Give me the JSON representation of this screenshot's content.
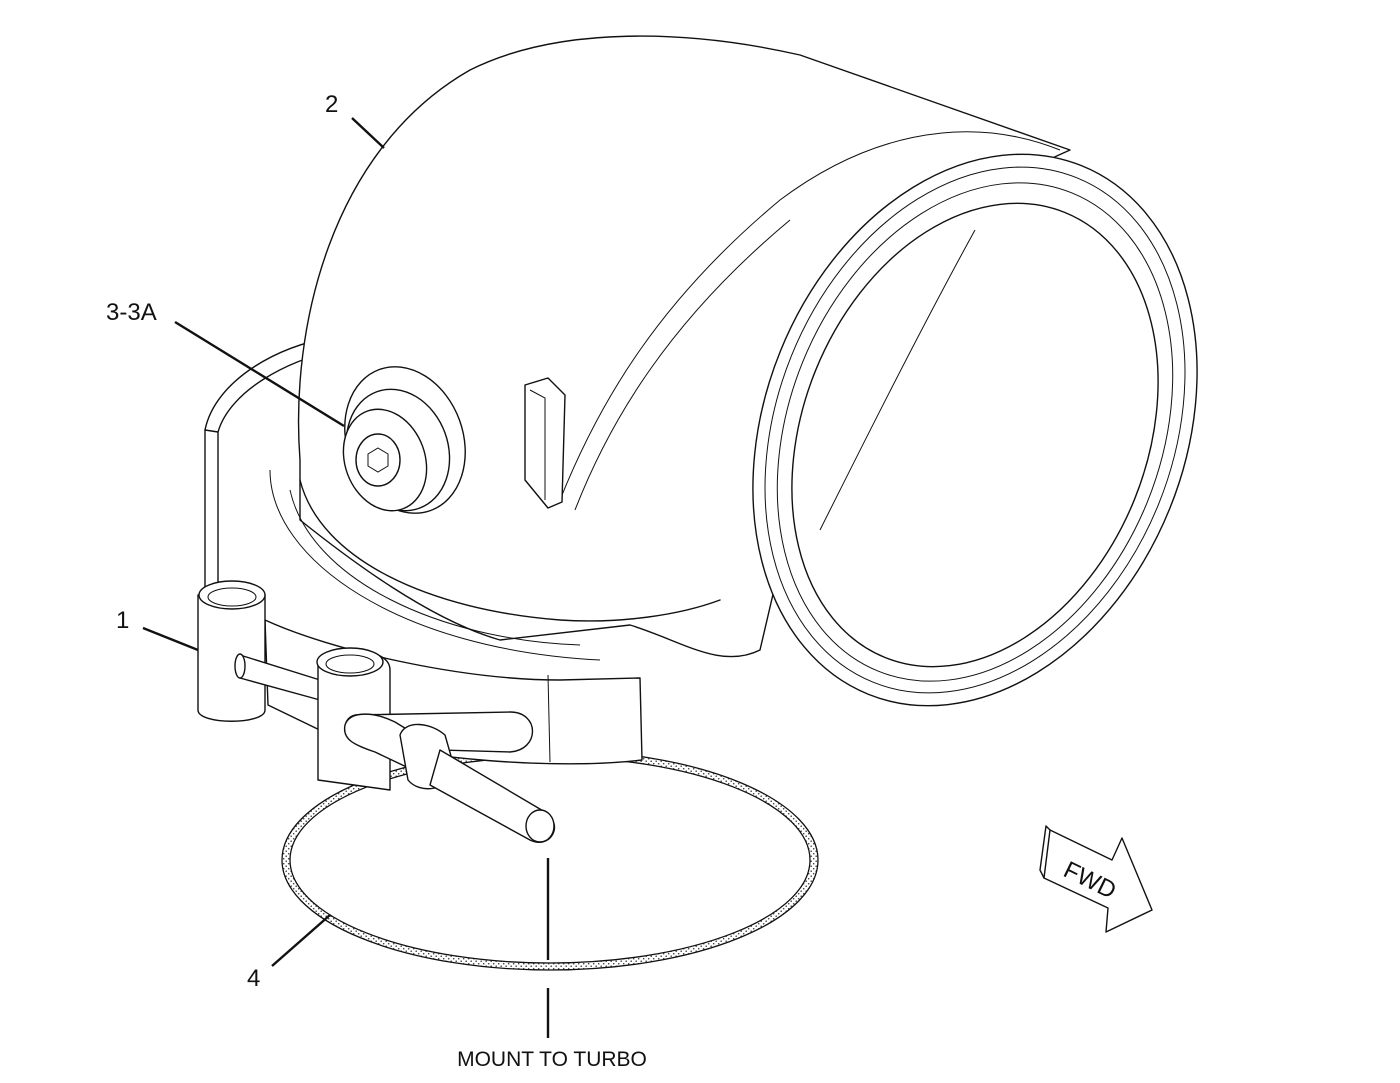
{
  "callouts": {
    "c1": "1",
    "c2": "2",
    "c3": "3-3A",
    "c4": "4"
  },
  "caption": "MOUNT TO TURBO",
  "direction_arrow": "FWD",
  "colors": {
    "line": "#111111",
    "background": "#ffffff",
    "gasket_dots": "#444444"
  }
}
